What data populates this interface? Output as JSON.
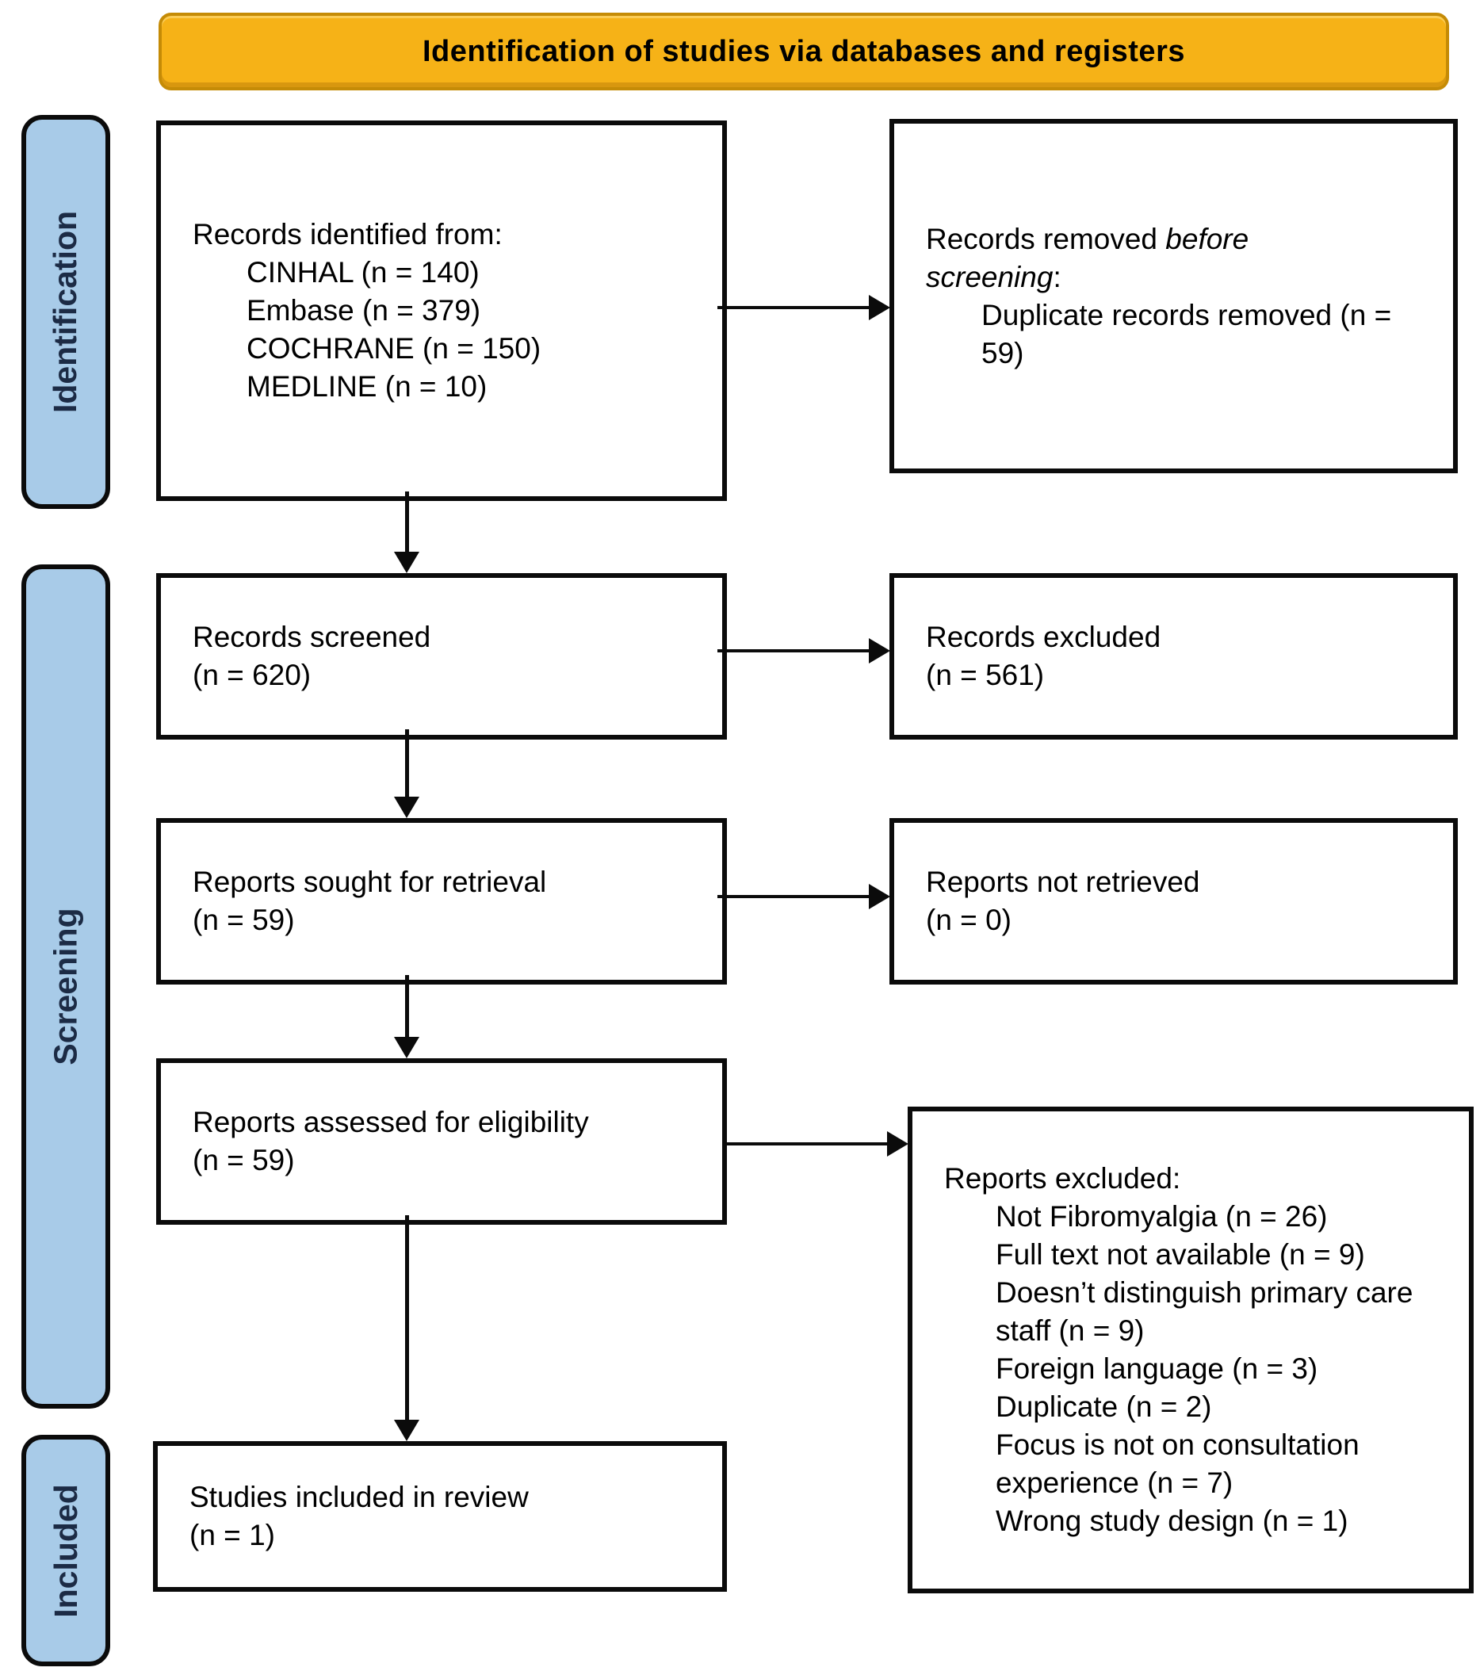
{
  "banner": {
    "title": "Identification of studies via databases and registers"
  },
  "stages": [
    {
      "label": "Identification"
    },
    {
      "label": "Screening"
    },
    {
      "label": "Included"
    }
  ],
  "colors": {
    "banner_fill": "#F6B217",
    "banner_border": "#C58B06",
    "stage_fill": "#A8CBE8",
    "stage_text": "#1c2b45",
    "box_border": "#000000"
  },
  "boxes": {
    "identified": {
      "title": "Records identified from:",
      "items": [
        "CINHAL (n = 140)",
        "Embase (n = 379)",
        "COCHRANE (n = 150)",
        "MEDLINE (n = 10)"
      ]
    },
    "removed": {
      "title_prefix": "Records removed ",
      "title_italic": "before screening",
      "title_suffix": ":",
      "items": [
        "Duplicate records removed (n = 59)"
      ]
    },
    "screened": {
      "line1": "Records screened",
      "line2": "(n = 620)"
    },
    "records_excluded": {
      "line1": "Records excluded",
      "line2": "(n = 561)"
    },
    "sought": {
      "line1": "Reports sought for retrieval",
      "line2": "(n = 59)"
    },
    "not_retrieved": {
      "line1": "Reports not retrieved",
      "line2": "(n = 0)"
    },
    "assessed": {
      "line1": "Reports assessed for eligibility",
      "line2": "(n = 59)"
    },
    "reports_excluded": {
      "title": "Reports excluded:",
      "items": [
        "Not Fibromyalgia (n = 26)",
        "Full text not available (n = 9)",
        "Doesn’t distinguish primary care staff (n = 9)",
        "Foreign language (n = 3)",
        "Duplicate (n = 2)",
        "Focus is not on consultation experience (n = 7)",
        "Wrong study design (n = 1)"
      ]
    },
    "included": {
      "line1": "Studies included in review",
      "line2": "(n = 1)"
    }
  }
}
